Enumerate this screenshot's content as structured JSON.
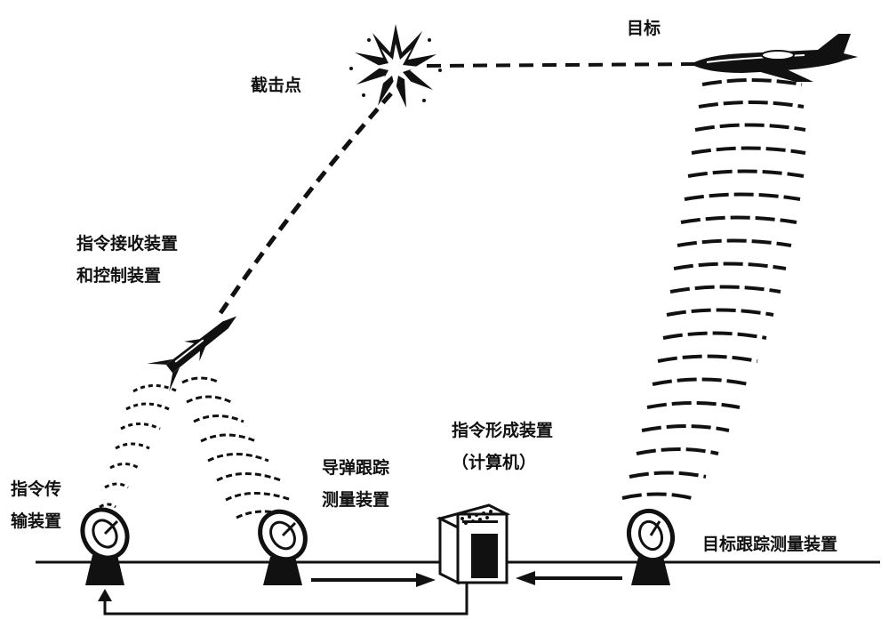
{
  "labels": {
    "intercept_point": "截击点",
    "target": "目标",
    "missile_receiver": [
      "指令接收装置",
      "和控制装置"
    ],
    "command_transmitter": [
      "指令传",
      "输装置"
    ],
    "missile_tracker": [
      "导弹跟踪",
      "测量装置"
    ],
    "command_computer": [
      "指令形成装置",
      "（计算机）"
    ],
    "target_tracker": "目标跟踪测量装置"
  },
  "colors": {
    "ink": "#111111",
    "background": "#ffffff"
  }
}
